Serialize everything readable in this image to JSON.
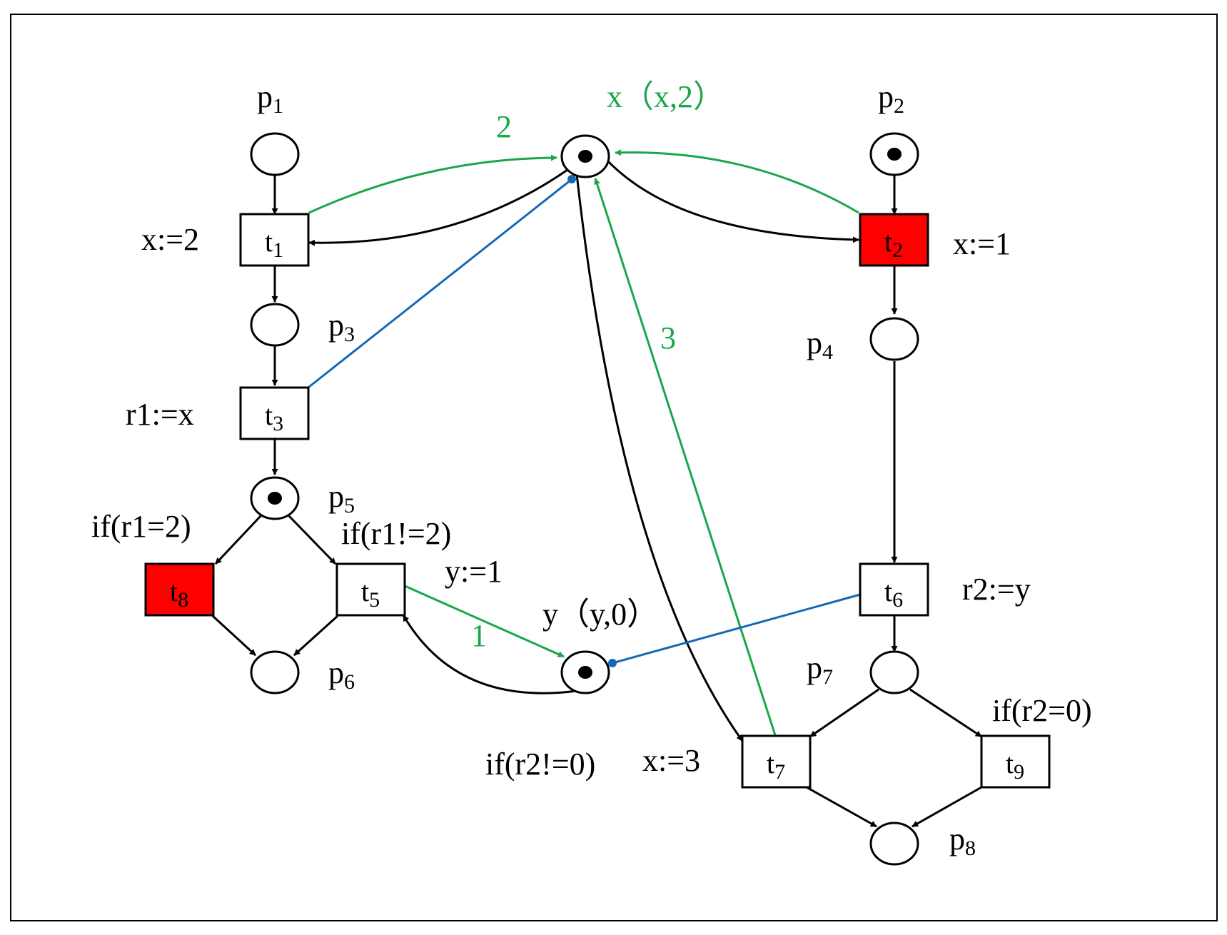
{
  "colors": {
    "arc": "#000000",
    "write_arc": "#1aa64a",
    "read_arc": "#1469b5",
    "highlight": "#ff0000"
  },
  "places": {
    "p1": {
      "base": "p",
      "sub": "1"
    },
    "p2": {
      "base": "p",
      "sub": "2"
    },
    "p3": {
      "base": "p",
      "sub": "3"
    },
    "p4": {
      "base": "p",
      "sub": "4"
    },
    "p5": {
      "base": "p",
      "sub": "5"
    },
    "p6": {
      "base": "p",
      "sub": "6"
    },
    "p7": {
      "base": "p",
      "sub": "7"
    },
    "p8": {
      "base": "p",
      "sub": "8"
    },
    "x": {
      "label": "x（x,2）"
    },
    "y": {
      "label": "y（y,0）"
    }
  },
  "transitions": {
    "t1": {
      "base": "t",
      "sub": "1",
      "action": "x:=2"
    },
    "t2": {
      "base": "t",
      "sub": "2",
      "action": "x:=1"
    },
    "t3": {
      "base": "t",
      "sub": "3",
      "action": "r1:=x"
    },
    "t5": {
      "base": "t",
      "sub": "5",
      "guard": "if(r1!=2)",
      "action": "y:=1"
    },
    "t6": {
      "base": "t",
      "sub": "6",
      "action": "r2:=y"
    },
    "t7": {
      "base": "t",
      "sub": "7",
      "guard": "if(r2!=0)",
      "action": "x:=3"
    },
    "t8": {
      "base": "t",
      "sub": "8",
      "guard": "if(r1=2)"
    },
    "t9": {
      "base": "t",
      "sub": "9",
      "guard": "if(r2=0)"
    }
  },
  "arc_labels": {
    "t1_x": "2",
    "t7_x": "3",
    "t5_y": "1"
  },
  "marked_places": [
    "x",
    "p2",
    "p5",
    "y"
  ],
  "highlighted_transitions": [
    "t2",
    "t8"
  ]
}
